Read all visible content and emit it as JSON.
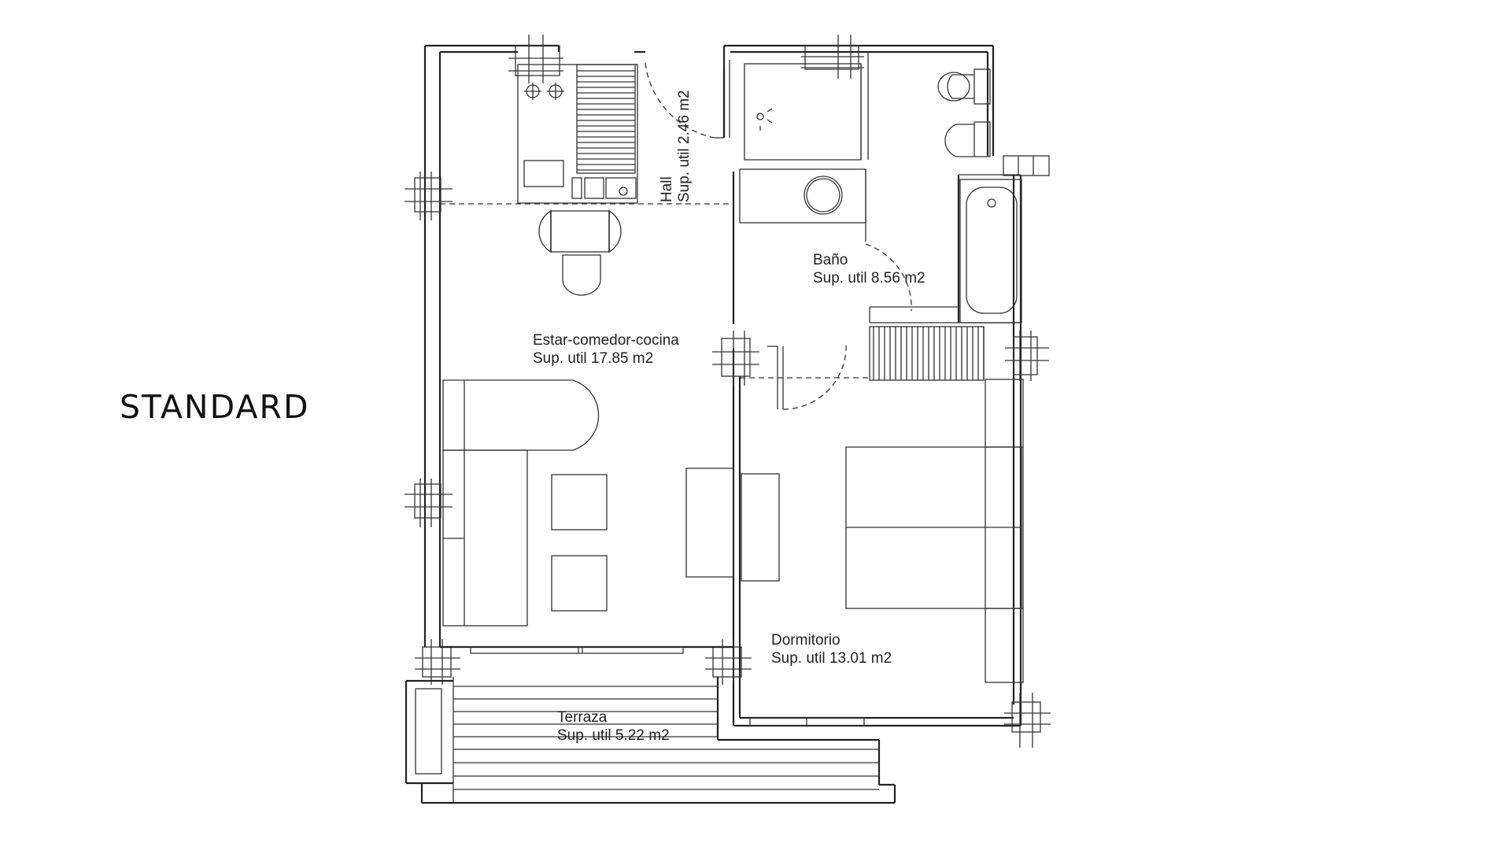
{
  "plan_title": "STANDARD",
  "rooms": {
    "hall": {
      "name": "Hall",
      "area": "Sup. util 2.46 m2"
    },
    "bano": {
      "name": "Baño",
      "area": "Sup. util 8.56 m2"
    },
    "estar": {
      "name": "Estar-comedor-cocina",
      "area": "Sup. util 17.85 m2"
    },
    "dormitorio": {
      "name": "Dormitorio",
      "area": "Sup. util 13.01 m2"
    },
    "terraza": {
      "name": "Terraza",
      "area": "Sup. util 5.22 m2"
    }
  }
}
